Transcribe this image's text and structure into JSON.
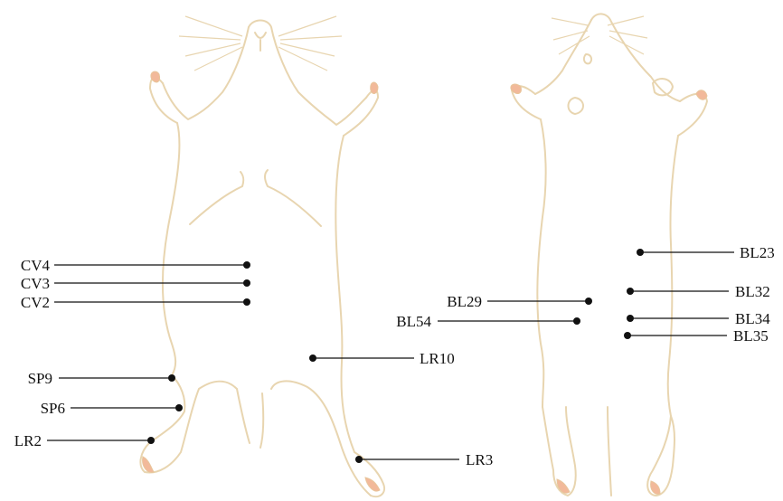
{
  "figure": {
    "colors": {
      "outline": "#e8d5b0",
      "paw": "#f2b99a",
      "marker": "#111111"
    },
    "ventral_view": {
      "points": [
        {
          "label": "CV4",
          "side": "left"
        },
        {
          "label": "CV3",
          "side": "left"
        },
        {
          "label": "CV2",
          "side": "left"
        },
        {
          "label": "SP9",
          "side": "left"
        },
        {
          "label": "SP6",
          "side": "left"
        },
        {
          "label": "LR2",
          "side": "left"
        },
        {
          "label": "LR10",
          "side": "right"
        },
        {
          "label": "LR3",
          "side": "right"
        }
      ]
    },
    "dorsal_view": {
      "points": [
        {
          "label": "BL23",
          "side": "right"
        },
        {
          "label": "BL32",
          "side": "right"
        },
        {
          "label": "BL34",
          "side": "right"
        },
        {
          "label": "BL35",
          "side": "right"
        },
        {
          "label": "BL29",
          "side": "left"
        },
        {
          "label": "BL54",
          "side": "left"
        }
      ]
    }
  }
}
